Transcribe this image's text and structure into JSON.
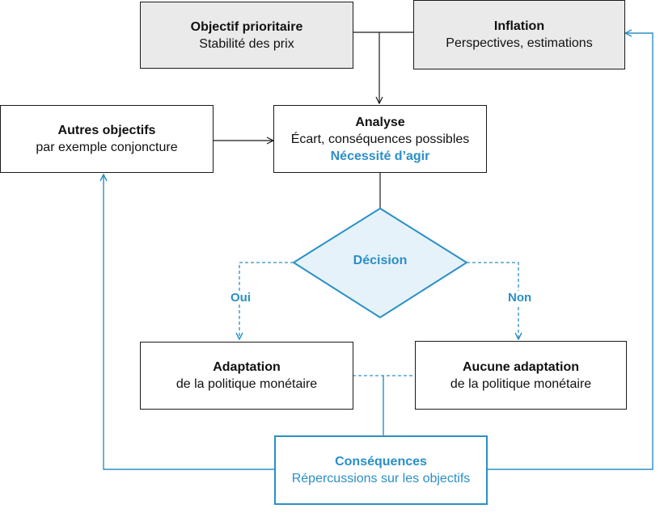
{
  "nodes": {
    "objectif": {
      "title": "Objectif prioritaire",
      "subtitle": "Stabilité des prix"
    },
    "inflation": {
      "title": "Inflation",
      "subtitle": "Perspectives, estimations"
    },
    "autres": {
      "title": "Autres objectifs",
      "subtitle": "par exemple conjoncture"
    },
    "analyse": {
      "title": "Analyse",
      "subtitle": "Écart, conséquences possibles",
      "accent": "Nécessité d’agir"
    },
    "decision": {
      "label": "Décision"
    },
    "adaptation": {
      "title": "Adaptation",
      "subtitle": "de la politique monétaire"
    },
    "aucune": {
      "title": "Aucune adaptation",
      "subtitle": "de la politique monétaire"
    },
    "consequences": {
      "title": "Conséquences",
      "subtitle": "Répercussions sur les objectifs"
    }
  },
  "edges": {
    "yes_label": "Oui",
    "no_label": "Non"
  },
  "colors": {
    "accent": "#2a8fc7",
    "grey_fill": "#eaeaea",
    "diamond_fill": "#e6f2fa",
    "line": "#1a1a1a"
  }
}
